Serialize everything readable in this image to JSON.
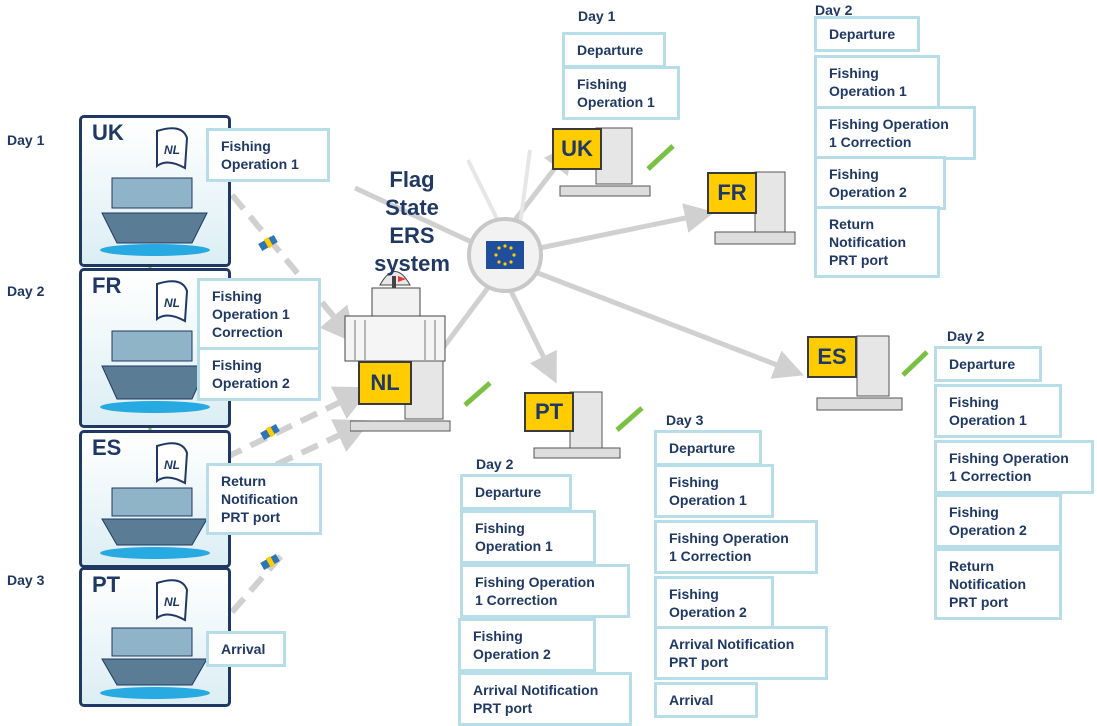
{
  "hub": {
    "title": "Flag\nState\nERS\nsystem",
    "code": "NL"
  },
  "vessels": [
    {
      "code": "UK",
      "flag": "NL",
      "day": "Day 1",
      "messages": [
        "Fishing\nOperation 1"
      ]
    },
    {
      "code": "FR",
      "flag": "NL",
      "day": "Day 2",
      "messages": [
        "Fishing\nOperation 1\nCorrection",
        "Fishing\nOperation 2"
      ]
    },
    {
      "code": "ES",
      "flag": "NL",
      "day": "",
      "messages": [
        "Return\nNotification\nPRT port"
      ]
    },
    {
      "code": "PT",
      "flag": "NL",
      "day": "Day 3",
      "messages": [
        "Arrival"
      ]
    }
  ],
  "coastal_states": {
    "uk": {
      "code": "UK",
      "groups": [
        {
          "day": "Day 1",
          "messages": [
            "Departure",
            "Fishing\nOperation 1"
          ]
        }
      ]
    },
    "fr": {
      "code": "FR",
      "groups": [
        {
          "day": "Day 2",
          "messages": [
            "Departure",
            "Fishing\nOperation 1",
            "Fishing Operation\n1 Correction",
            "Fishing\nOperation 2",
            "Return\nNotification\nPRT port"
          ]
        }
      ]
    },
    "es": {
      "code": "ES",
      "groups": [
        {
          "day": "Day 2",
          "messages": [
            "Departure",
            "Fishing\nOperation 1",
            "Fishing Operation\n1 Correction",
            "Fishing\nOperation 2",
            "Return\nNotification\nPRT port"
          ]
        }
      ]
    },
    "pt": {
      "code": "PT",
      "groups": [
        {
          "day": "Day 2",
          "messages": [
            "Departure",
            "Fishing\nOperation 1",
            "Fishing Operation\n1 Correction",
            "Fishing\nOperation 2",
            "Arrival Notification\nPRT port"
          ]
        },
        {
          "day": "Day 3",
          "messages": [
            "Departure",
            "Fishing\nOperation 1",
            "Fishing Operation\n1 Correction",
            "Fishing\nOperation 2",
            "Arrival Notification\nPRT port",
            "Arrival"
          ]
        }
      ]
    }
  },
  "colors": {
    "navy": "#1f3864",
    "box_border": "#b7dee8",
    "arrow_grey": "#d0d0d0",
    "green": "#7ac143",
    "station_yellow": "#ffcc00",
    "eu_blue": "#1f4e9c"
  }
}
